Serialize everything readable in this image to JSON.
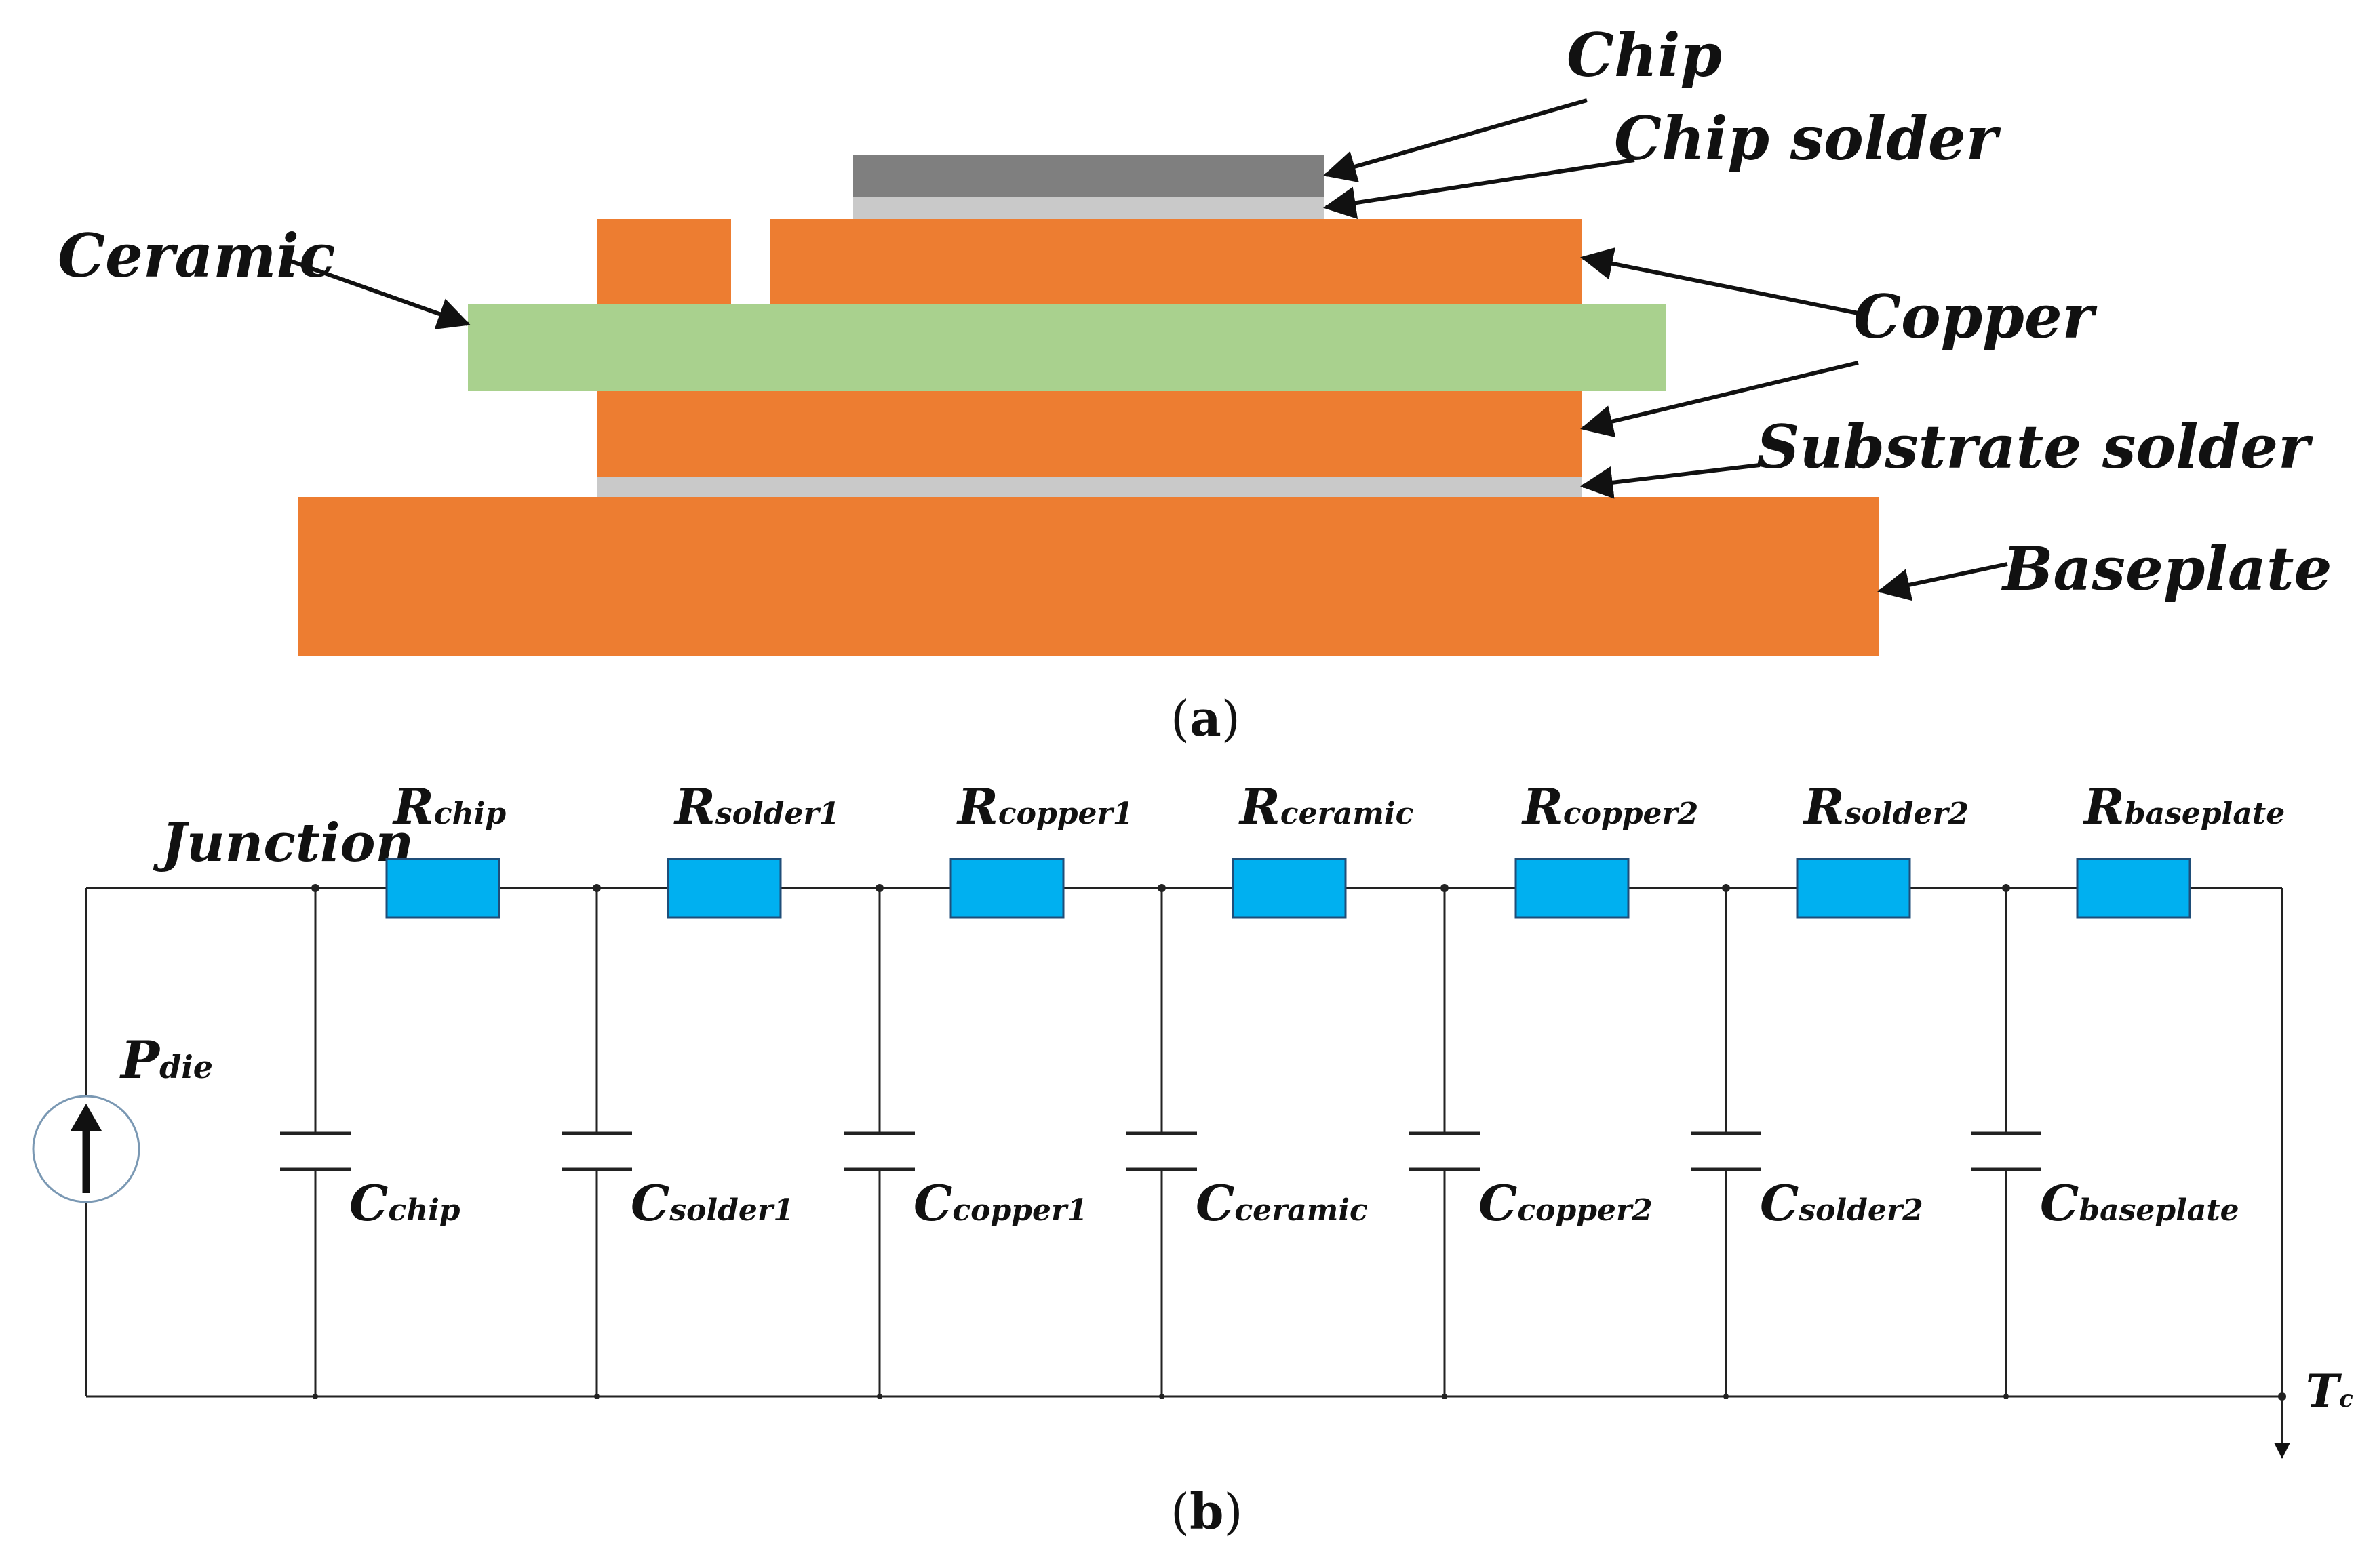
{
  "colors": {
    "chip": "#7f7f7f",
    "solder": "#c9c9c9",
    "copper": "#ed7d31",
    "ceramic": "#a9d18e",
    "resistor": "#00b0f0",
    "wire": "#222222"
  },
  "panel_a": {
    "labels": {
      "chip": "Chip",
      "chip_solder": "Chip solder",
      "ceramic": "Ceramic",
      "copper": "Copper",
      "substrate_solder": "Substrate solder",
      "baseplate": "Baseplate"
    },
    "caption": {
      "open": "(",
      "letter": "a",
      "close": ")"
    }
  },
  "panel_b": {
    "junction": "Junction",
    "source": {
      "main": "P",
      "sub": "die"
    },
    "resistors": [
      {
        "main": "R",
        "sub": "chip"
      },
      {
        "main": "R",
        "sub": "solder1"
      },
      {
        "main": "R",
        "sub": "copper1"
      },
      {
        "main": "R",
        "sub": "ceramic"
      },
      {
        "main": "R",
        "sub": "copper2"
      },
      {
        "main": "R",
        "sub": "solder2"
      },
      {
        "main": "R",
        "sub": "baseplate"
      }
    ],
    "capacitors": [
      {
        "main": "C",
        "sub": "chip"
      },
      {
        "main": "C",
        "sub": "solder1"
      },
      {
        "main": "C",
        "sub": "copper1"
      },
      {
        "main": "C",
        "sub": "ceramic"
      },
      {
        "main": "C",
        "sub": "copper2"
      },
      {
        "main": "C",
        "sub": "solder2"
      },
      {
        "main": "C",
        "sub": "baseplate"
      }
    ],
    "terminal": {
      "main": "T",
      "sub": "c"
    },
    "caption": {
      "open": "(",
      "letter": "b",
      "close": ")"
    }
  }
}
